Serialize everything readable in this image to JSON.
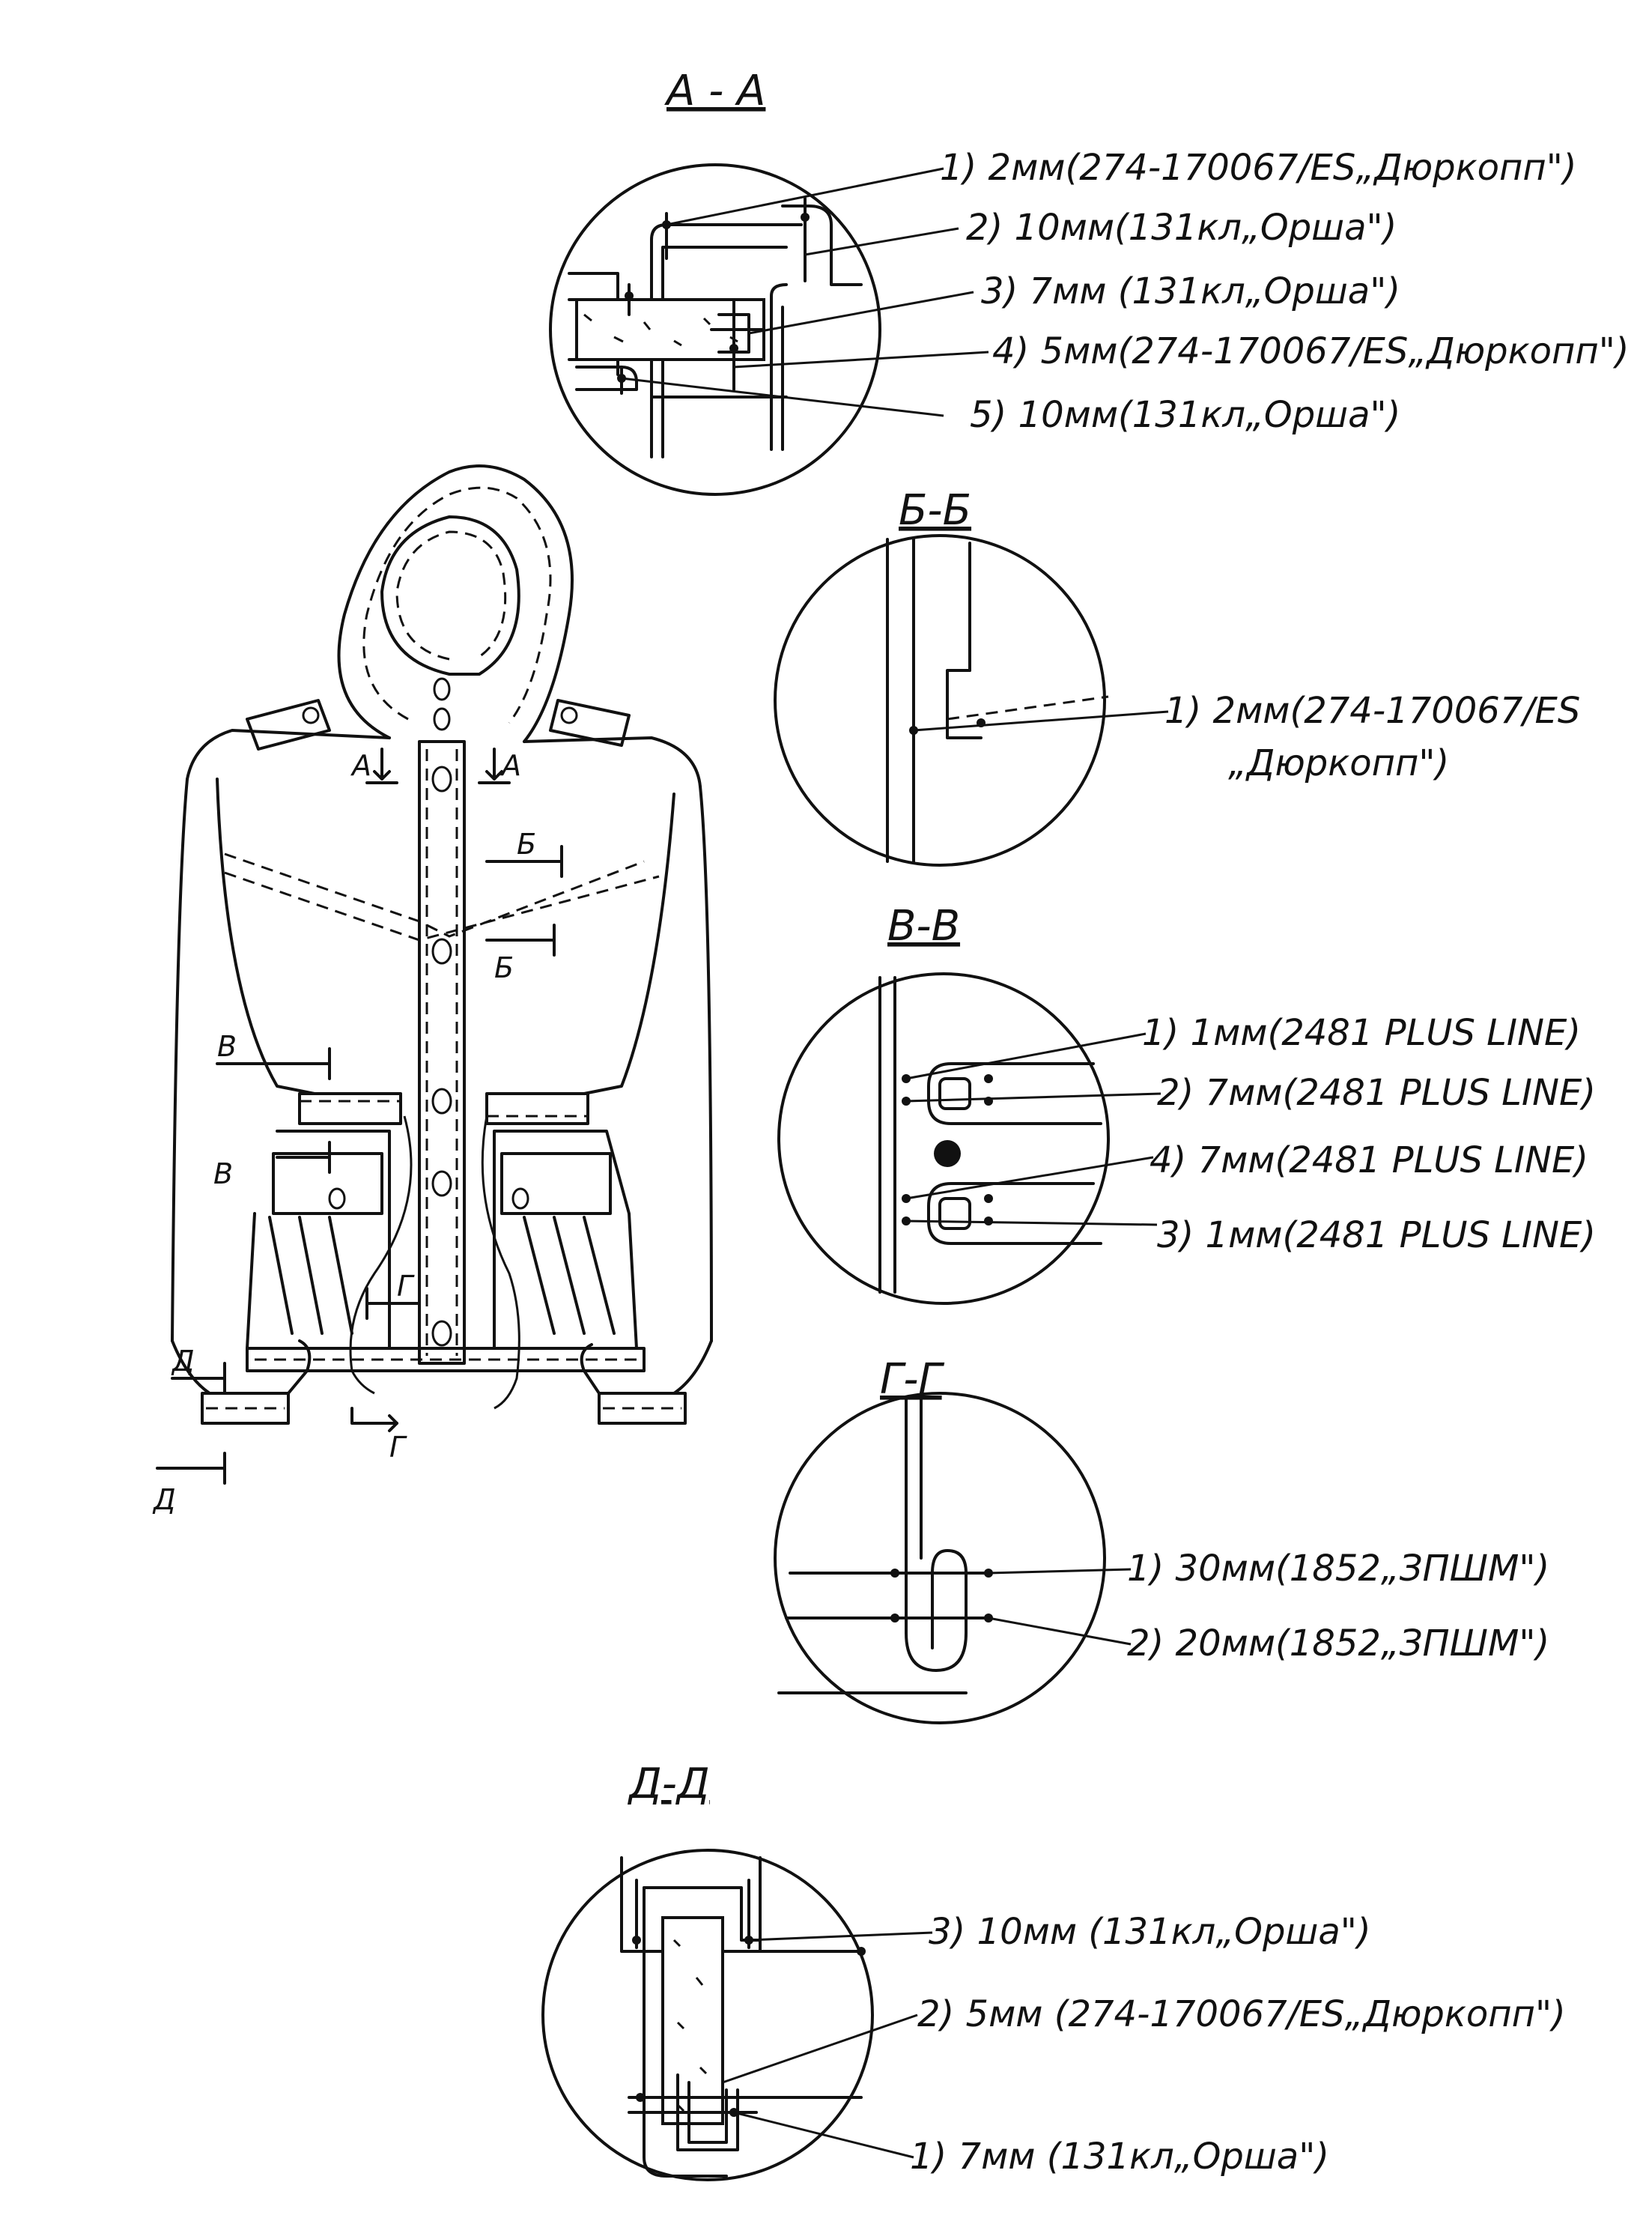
{
  "sections": {
    "aa": {
      "title": "A - A",
      "callouts": [
        "1) 2мм(274-170067/ES„Дюркопп\")",
        "2) 10мм(131кл„Орша\")",
        "3) 7мм (131кл„Орша\")",
        "4) 5мм(274-170067/ES„Дюркопп\")",
        "5) 10мм(131кл„Орша\")"
      ]
    },
    "bb": {
      "title": "Б-Б",
      "callouts": [
        "1) 2мм(274-170067/ES",
        "„Дюркопп\")"
      ]
    },
    "vv": {
      "title": "В-В",
      "callouts": [
        "1) 1мм(2481 PLUS LINE)",
        "2) 7мм(2481 PLUS LINE)",
        "4) 7мм(2481 PLUS LINE)",
        "3) 1мм(2481 PLUS LINE)"
      ]
    },
    "gg": {
      "title": "Г-Г",
      "callouts": [
        "1) 30мм(1852„ЗПШМ\")",
        "2) 20мм(1852„ЗПШМ\")"
      ]
    },
    "dd": {
      "title": "Д-Д",
      "callouts": [
        "3) 10мм (131кл„Орша\")",
        "2) 5мм (274-170067/ES„Дюркопп\")",
        "1) 7мм (131кл„Орша\")"
      ]
    }
  },
  "jacket": {
    "markers": {
      "a": "А",
      "b": "Б",
      "v": "В",
      "g": "Г",
      "d": "Д"
    }
  }
}
